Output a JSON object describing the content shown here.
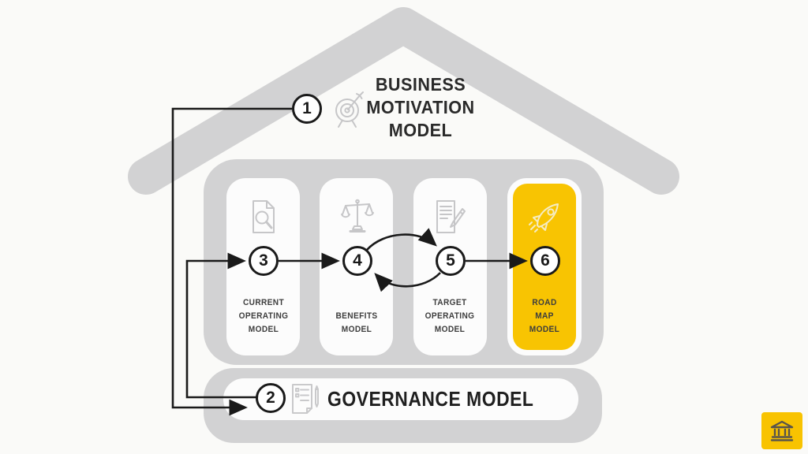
{
  "diagram": {
    "kind": "house-architecture-model",
    "title_block": {
      "step": "1",
      "title": "BUSINESS\nMOTIVATION\nMODEL",
      "icon": "target-icon"
    },
    "pillars": [
      {
        "step": "3",
        "label": "CURRENT\nOPERATING\nMODEL",
        "icon": "document-search-icon",
        "highlighted": false
      },
      {
        "step": "4",
        "label": "BENEFITS\nMODEL",
        "icon": "scales-icon",
        "highlighted": false
      },
      {
        "step": "5",
        "label": "TARGET\nOPERATING\nMODEL",
        "icon": "document-pencil-icon",
        "highlighted": false
      },
      {
        "step": "6",
        "label": "ROAD\nMAP\nMODEL",
        "icon": "rocket-icon",
        "highlighted": true
      }
    ],
    "foundation": {
      "step": "2",
      "label": "GOVERNANCE MODEL",
      "icon": "clipboard-pencil-icon"
    },
    "arrows": [
      {
        "from": "1",
        "to": "2",
        "style": "elbow"
      },
      {
        "from": "2",
        "to": "3",
        "style": "elbow"
      },
      {
        "from": "3",
        "to": "4",
        "style": "straight"
      },
      {
        "from": "4",
        "to": "5",
        "style": "curve-over"
      },
      {
        "from": "5",
        "to": "4",
        "style": "curve-under"
      },
      {
        "from": "5",
        "to": "6",
        "style": "straight"
      }
    ],
    "corner_button": {
      "icon": "bank-icon"
    }
  },
  "colors": {
    "page_background": "#fafaf8",
    "house_gray": "#d2d2d3",
    "pillar_white": "#fcfcfc",
    "accent_yellow": "#f8c402",
    "arrow_black": "#1a1a1a",
    "icon_gray": "#c6c6c8",
    "rocket_icon_tint": "#f5ecc4",
    "title_text": "#2a2a2a",
    "label_text": "#3d3d3d",
    "corner_button_yellow": "#f8c301",
    "corner_icon_dark": "#59544b"
  }
}
